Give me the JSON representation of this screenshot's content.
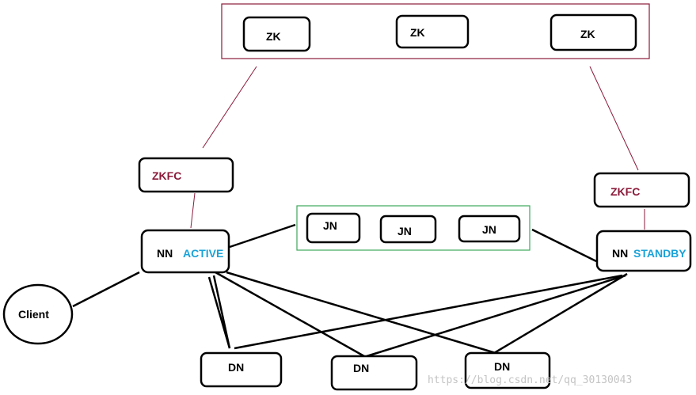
{
  "zookeeper": {
    "nodes": [
      {
        "label": "ZK"
      },
      {
        "label": "ZK"
      },
      {
        "label": "ZK"
      }
    ],
    "border_color": "#8b1a3a"
  },
  "zkfc": {
    "left": {
      "label": "ZKFC"
    },
    "right": {
      "label": "ZKFC"
    },
    "text_color": "#8b1a3a"
  },
  "journal": {
    "nodes": [
      {
        "label": "JN"
      },
      {
        "label": "JN"
      },
      {
        "label": "JN"
      }
    ],
    "border_color": "#3ea85a"
  },
  "namenode": {
    "active": {
      "prefix": "NN",
      "state": "ACTIVE"
    },
    "standby": {
      "prefix": "NN",
      "state": "STANDBY"
    },
    "state_color": "#1aa3d9"
  },
  "client": {
    "label": "Client"
  },
  "datanodes": [
    {
      "label": "DN"
    },
    {
      "label": "DN"
    },
    {
      "label": "DN"
    }
  ],
  "watermark": "https://blog.csdn.net/qq_30130043"
}
